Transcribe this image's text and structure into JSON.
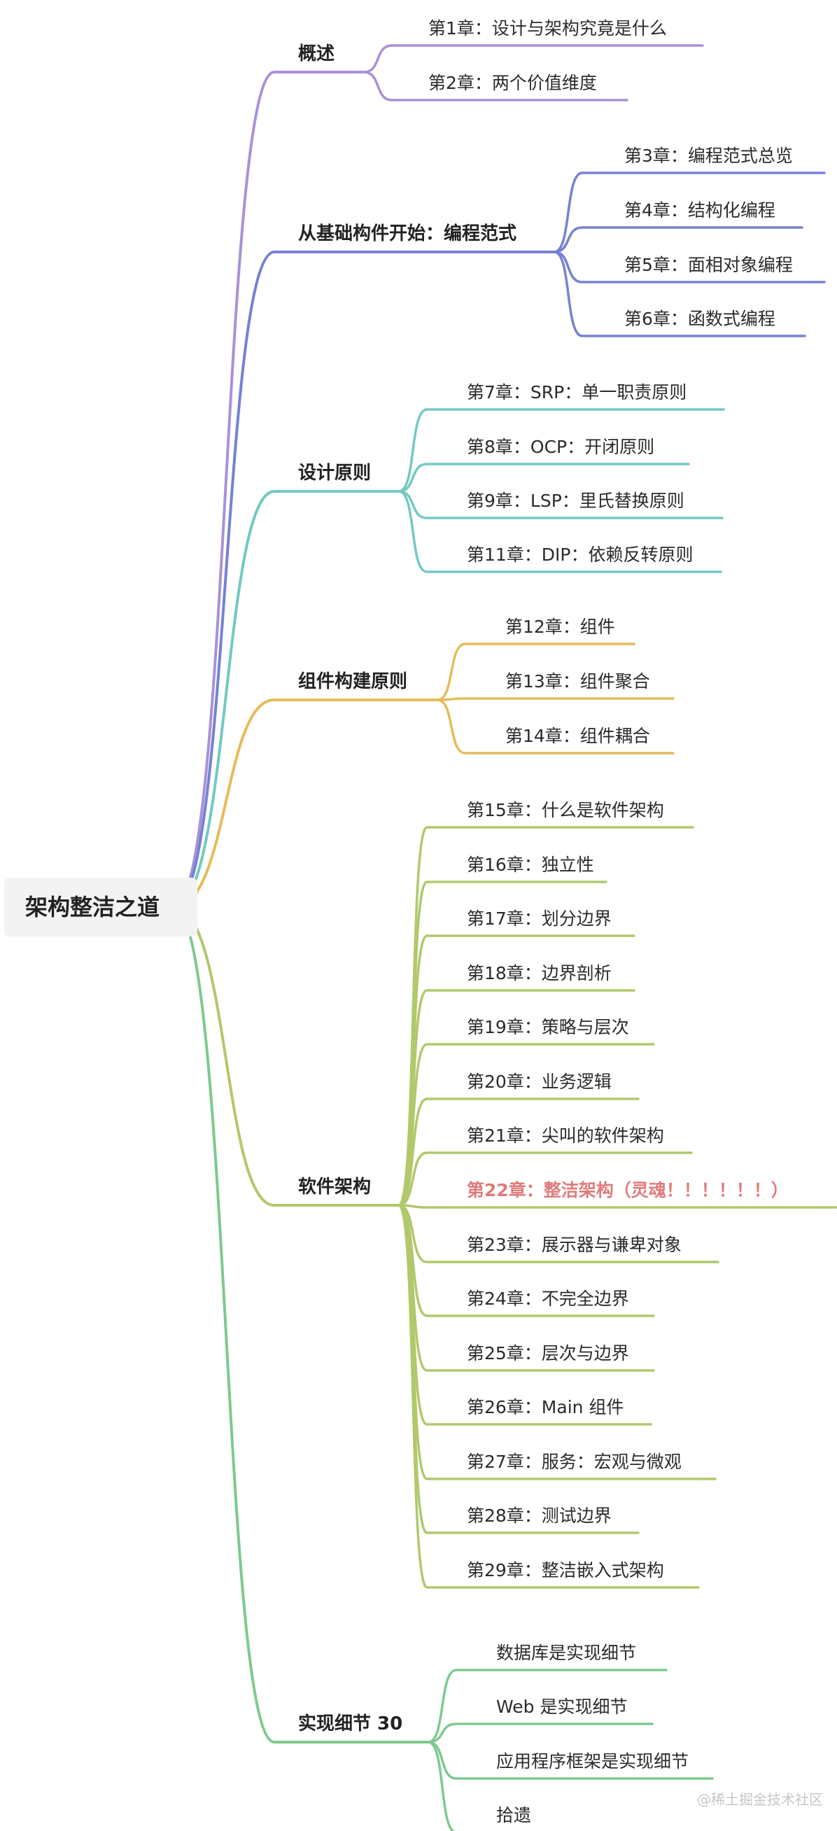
{
  "root": {
    "label": "架构整洁之道"
  },
  "watermark": "@稀土掘金技术社区",
  "branches": [
    {
      "label": "概述",
      "color": "#a991d9",
      "leaves": [
        "第1章：设计与架构究竟是什么",
        "第2章：两个价值维度"
      ]
    },
    {
      "label": "从基础构件开始：编程范式",
      "color": "#7582d2",
      "leaves": [
        "第3章：编程范式总览",
        "第4章：结构化编程",
        "第5章：面相对象编程",
        "第6章：函数式编程"
      ]
    },
    {
      "label": "设计原则",
      "color": "#73c9c4",
      "leaves": [
        "第7章：SRP：单一职责原则",
        "第8章：OCP：开闭原则",
        "第9章：LSP：里氏替换原则",
        "第11章：DIP：依赖反转原则"
      ]
    },
    {
      "label": "组件构建原则",
      "color": "#e5bc5a",
      "leaves": [
        "第12章：组件",
        "第13章：组件聚合",
        "第14章：组件耦合"
      ]
    },
    {
      "label": "软件架构",
      "color": "#b1c86b",
      "leaves": [
        "第15章：什么是软件架构",
        "第16章：独立性",
        "第17章：划分边界",
        "第18章：边界剖析",
        "第19章：策略与层次",
        "第20章：业务逻辑",
        "第21章：尖叫的软件架构",
        "第22章：整洁架构（灵魂！！！！！！）",
        "第23章：展示器与谦卑对象",
        "第24章：不完全边界",
        "第25章：层次与边界",
        "第26章：Main 组件",
        "第27章：服务：宏观与微观",
        "第28章：测试边界",
        "第29章：整洁嵌入式架构"
      ],
      "highlight_leaf": 7,
      "highlight_color": "#e07b7b"
    },
    {
      "label": "实现细节 30",
      "color": "#7ec98e",
      "leaves": [
        "数据库是实现细节",
        "Web 是实现细节",
        "应用程序框架是实现细节",
        "拾遗"
      ]
    }
  ]
}
